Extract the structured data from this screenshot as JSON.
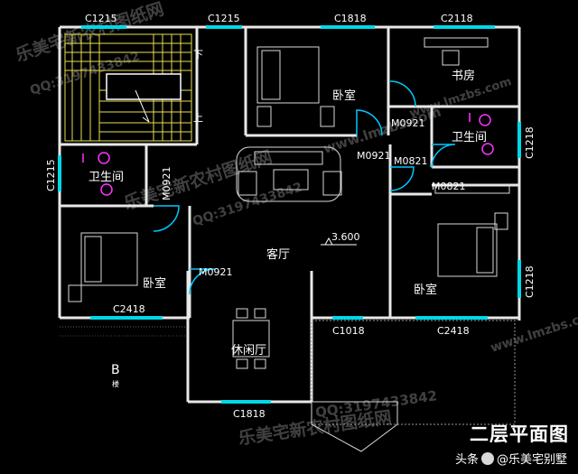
{
  "title": "二层平面图",
  "credit": {
    "source": "头条",
    "author": "@乐美宅别墅"
  },
  "elevation": "3.600",
  "rooms": {
    "bedroom_top": "卧室",
    "study": "书房",
    "bath_right": "卫生间",
    "bath_left": "卫生间",
    "living": "客厅",
    "bedroom_left": "卧室",
    "bedroom_right": "卧室",
    "lounge": "休闲厅"
  },
  "stairs": {
    "down": "下",
    "up": "上"
  },
  "section": {
    "mark": "B",
    "sub": "楼"
  },
  "windows": {
    "c1215_top_a": "C1215",
    "c1215_top_b": "C1215",
    "c1818_top": "C1818",
    "c2118_top": "C2118",
    "c1215_left": "C1215",
    "c1218_right_a": "C1218",
    "c1218_right_b": "C1218",
    "c2418_left": "C2418",
    "c2418_right": "C2418",
    "c1818_bottom": "C1818",
    "c1018": "C1018"
  },
  "doors": {
    "m0921_bed_top": "M0921",
    "m0921_study": "M0921",
    "m0821_a": "M0821",
    "m0821_b": "M0821",
    "m0921_bath_left": "M0921",
    "m0921_bed_left": "M0921"
  },
  "watermarks": [
    "乐美宅新农村图纸网",
    "QQ:3197433842",
    "www.lmzbs.com"
  ]
}
